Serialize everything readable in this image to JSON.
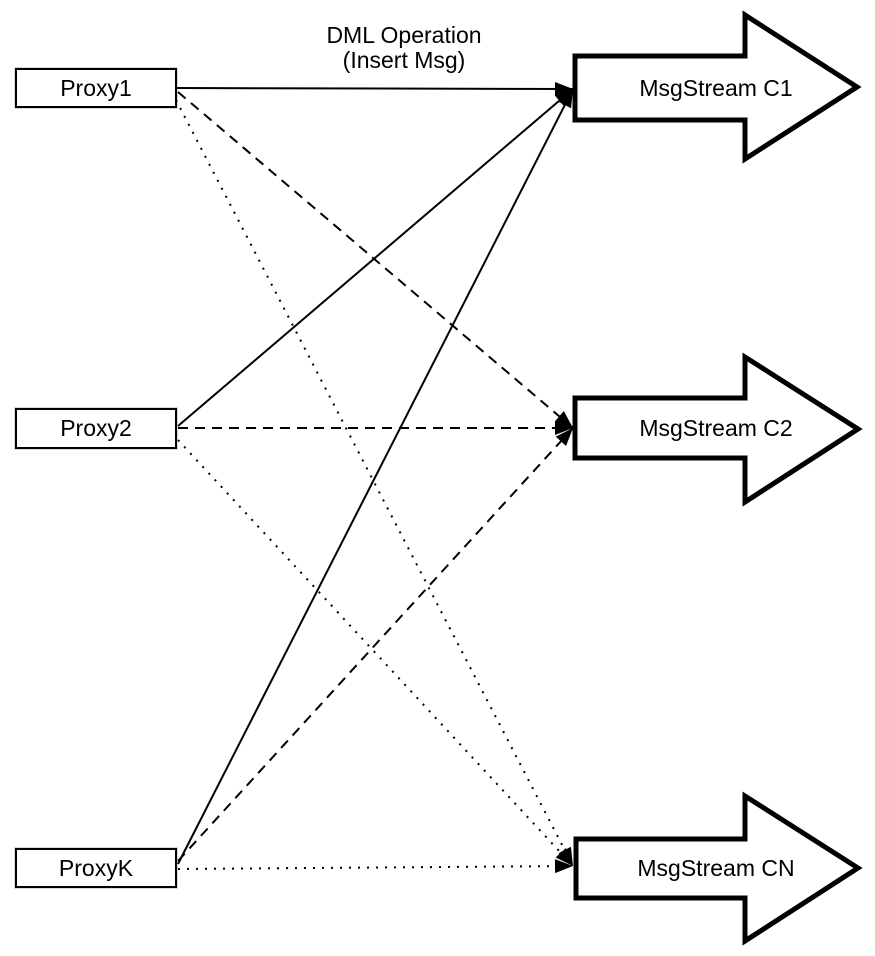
{
  "header": {
    "line1": "DML Operation",
    "line2": "(Insert Msg)"
  },
  "diagram": {
    "proxies": [
      {
        "id": "proxy1",
        "label": "Proxy1"
      },
      {
        "id": "proxy2",
        "label": "Proxy2"
      },
      {
        "id": "proxyK",
        "label": "ProxyK"
      }
    ],
    "streams": [
      {
        "id": "c1",
        "label": "MsgStream C1"
      },
      {
        "id": "c2",
        "label": "MsgStream C2"
      },
      {
        "id": "cn",
        "label": "MsgStream CN"
      }
    ],
    "edges": [
      {
        "from": "Proxy1",
        "to": "MsgStream C1",
        "style": "solid",
        "label": "DML Operation (Insert Msg)"
      },
      {
        "from": "Proxy1",
        "to": "MsgStream C2",
        "style": "dashed",
        "label": ""
      },
      {
        "from": "Proxy1",
        "to": "MsgStream CN",
        "style": "dotted",
        "label": ""
      },
      {
        "from": "Proxy2",
        "to": "MsgStream C1",
        "style": "solid",
        "label": ""
      },
      {
        "from": "Proxy2",
        "to": "MsgStream C2",
        "style": "dashed",
        "label": ""
      },
      {
        "from": "Proxy2",
        "to": "MsgStream CN",
        "style": "dotted",
        "label": ""
      },
      {
        "from": "ProxyK",
        "to": "MsgStream C1",
        "style": "solid",
        "label": ""
      },
      {
        "from": "ProxyK",
        "to": "MsgStream C2",
        "style": "dashed",
        "label": ""
      },
      {
        "from": "ProxyK",
        "to": "MsgStream CN",
        "style": "dotted",
        "label": ""
      }
    ],
    "colors": {
      "stroke": "#000000",
      "fill": "#ffffff"
    }
  }
}
